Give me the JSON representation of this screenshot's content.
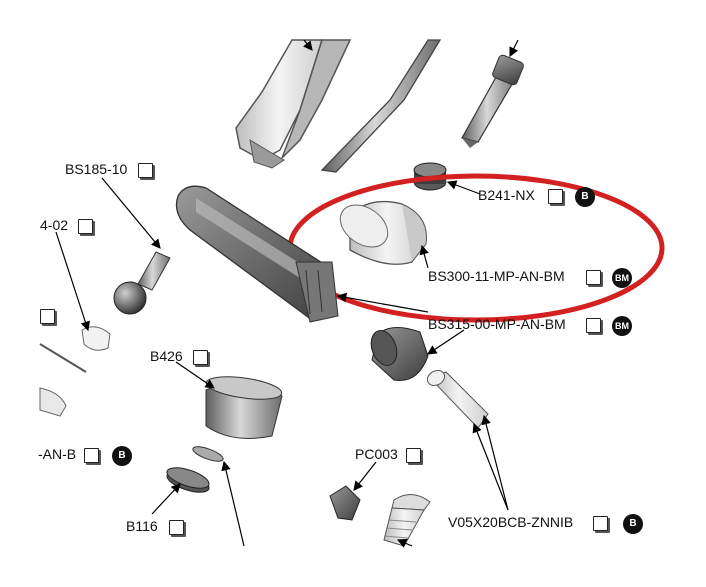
{
  "labels": {
    "bs185": "BS185-10",
    "b241": "B241-NX",
    "p402": "4-02",
    "bs300": "BS300-11-MP-AN-BM",
    "bs315": "BS315-00-MP-AN-BM",
    "b426": "B426",
    "anb": "-AN-B",
    "pc003": "PC003",
    "b116": "B116",
    "v05": "V05X20BCB-ZNNIB"
  },
  "badges": {
    "b241": "B",
    "bs300": "BM",
    "bs315": "BM",
    "anb": "B",
    "v05": "B"
  },
  "colors": {
    "highlight_ellipse": "#d32020",
    "part_gray": "#8a8a8a",
    "line": "#000000"
  }
}
